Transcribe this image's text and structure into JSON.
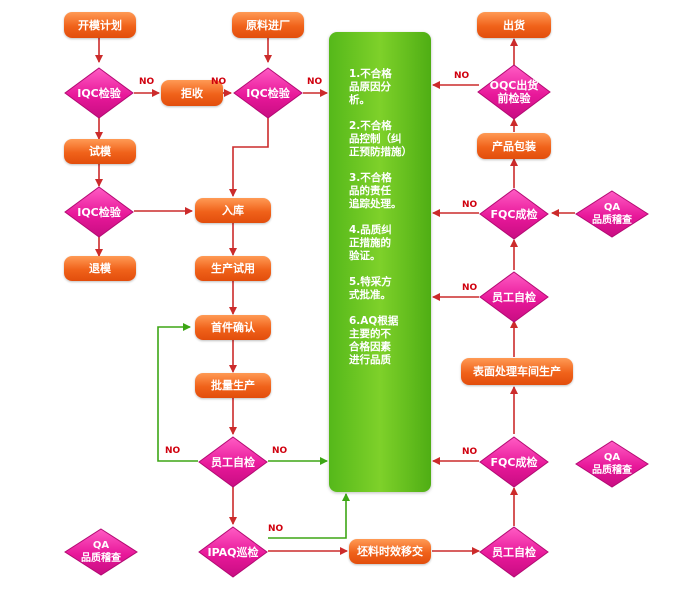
{
  "nodes": {
    "mold_plan": "开模计划",
    "raw_material_in": "原料进厂",
    "iqc_check_1": "IQC检验",
    "reject": "拒收",
    "iqc_check_2": "IQC检验",
    "trial_mold": "试模",
    "iqc_check_3": "IQC检验",
    "return_mold": "退模",
    "warehouse_in": "入库",
    "production_trial": "生产试用",
    "first_piece_confirm": "首件确认",
    "mass_production": "批量生产",
    "self_check_left": "员工自检",
    "ipqc_patrol": "IPAQ巡检",
    "blank_transfer": "坯料时效移交",
    "self_check_bottom": "员工自检",
    "fqc_check_bottom": "FQC成检",
    "surface_treatment": "表面处理车间生产",
    "self_check_right": "员工自检",
    "fqc_check_top": "FQC成检",
    "product_packaging": "产品包装",
    "oqc_check": "OQC出货\n前检验",
    "shipment": "出货",
    "qa_audit_top": "QA\n品质稽查",
    "qa_audit_right": "QA\n品质稽查",
    "qa_audit_left": "QA\n品质稽查"
  },
  "panel_items": [
    "1.不合格\n品原因分\n析。",
    "2.不合格\n品控制（纠\n正预防措施）",
    "3.不合格\n品的责任\n追踪处理。",
    "4.品质纠\n正措施的\n验证。",
    "5.特采方\n式批准。",
    "6.AQ根据\n主要的不\n合格因素\n进行品质"
  ],
  "edge_label": "NO",
  "colors": {
    "pill": "#f0621a",
    "diamond": "#e8189a",
    "panel": "#6cc424",
    "arrow": "#cc2b2b",
    "arrow_green": "#3da615",
    "no_text": "#d0000e"
  }
}
